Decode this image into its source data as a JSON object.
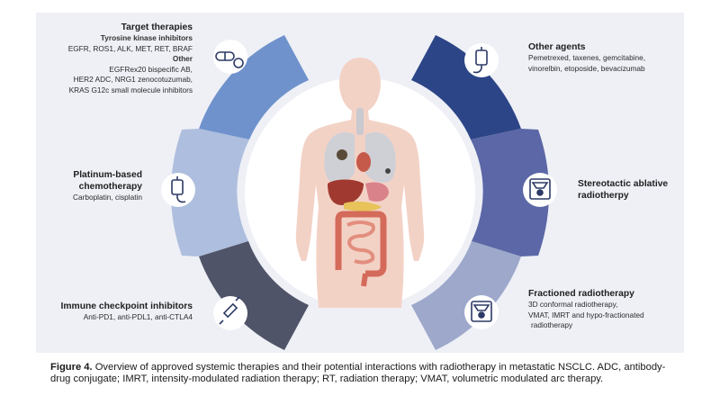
{
  "colors": {
    "panel_bg": "#eef0f6",
    "seg_target": "#6f92cc",
    "seg_platinum": "#aebede",
    "seg_immune": "#4f5469",
    "seg_other_agents": "#2c4587",
    "seg_sabr": "#5b67a6",
    "seg_fractioned": "#9ea8cb",
    "icon_circle": "#ffffff",
    "icon_stroke": "#2d3a66"
  },
  "left": {
    "target": {
      "heading": "Target therapies",
      "sub1": "Tyrosine kinase inhibitors",
      "line1": "EGFR, ROS1, ALK, MET, RET, BRAF",
      "sub2": "Other",
      "line2": "EGFRex20 bispecific AB,",
      "line3": "HER2 ADC, NRG1 zenocotuzumab,",
      "line4": "KRAS G12c small molecule inhibitors",
      "icon": "pill-capsule-icon"
    },
    "platinum": {
      "heading1": "Platinum-based",
      "heading2": "chemotherapy",
      "line1": "Carboplatin, cisplatin",
      "icon": "iv-bag-icon"
    },
    "immune": {
      "heading": "Immune checkpoint inhibitors",
      "line1": "Anti-PD1, anti-PDL1, anti-CTLA4",
      "icon": "syringe-icon"
    }
  },
  "right": {
    "other_agents": {
      "heading": "Other agents",
      "line1": "Pemetrexed, taxenes, gemcitabine,",
      "line2": "vinorelbin, etoposide, bevacizumab",
      "icon": "iv-bag-icon"
    },
    "sabr": {
      "heading1": "Stereotactic ablative",
      "heading2": "radiotherpy",
      "icon": "radiation-machine-icon"
    },
    "fractioned": {
      "heading": "Fractioned radiotherapy",
      "line1": "3D conformal radiotherapy,",
      "line2": "VMAT, IMRT and hypo-fractionated",
      "line3": "radiotherapy",
      "icon": "radiation-machine-icon"
    }
  },
  "caption": {
    "label": "Figure 4.",
    "text": " Overview of approved systemic therapies and their potential interactions with radiotherapy in metastatic NSCLC. ADC, antibody-drug conjugate; IMRT, intensity-modulated radiation therapy; RT, radiation therapy; VMAT, volumetric modulated arc therapy."
  }
}
